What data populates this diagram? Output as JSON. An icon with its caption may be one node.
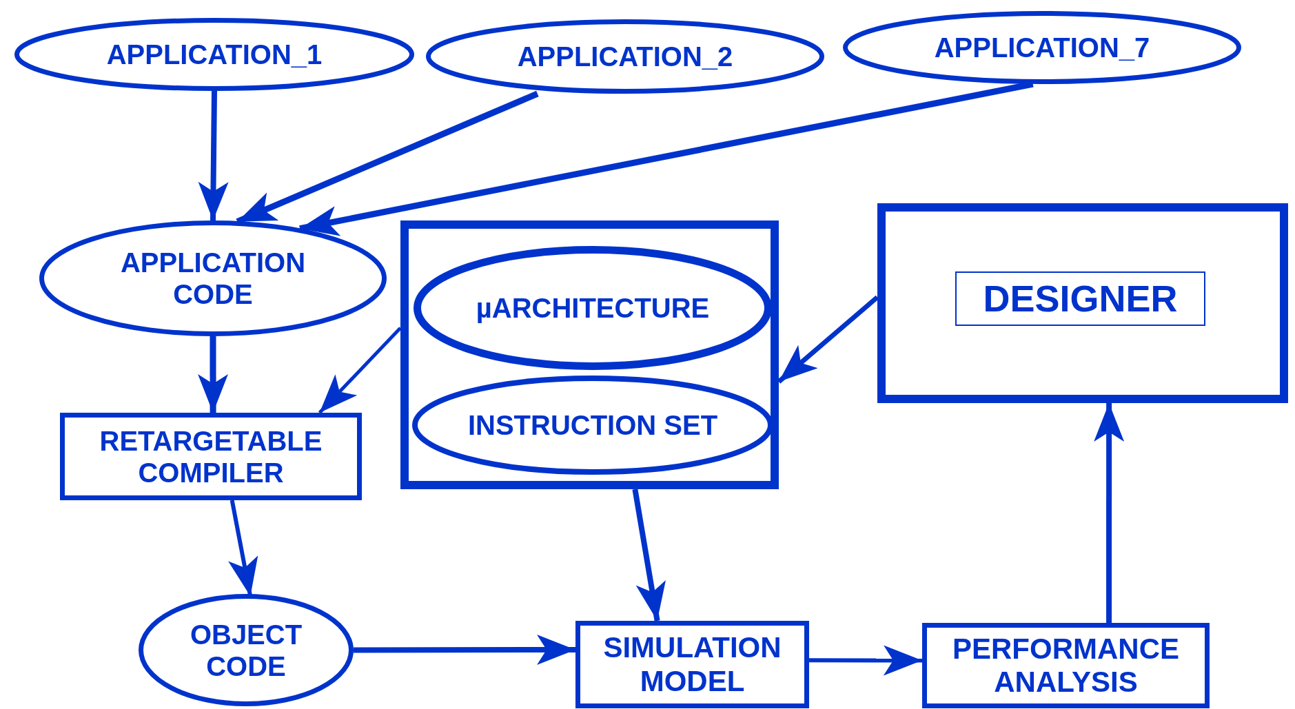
{
  "diagram": {
    "nodes": [
      {
        "text": [
          "APPLICATION_1"
        ]
      },
      {
        "text": [
          "APPLICATION_2"
        ]
      },
      {
        "text": [
          "APPLICATION_7"
        ]
      },
      {
        "text": [
          "APPLICATION CODE"
        ]
      },
      {
        "text": [],
        "shape": "box"
      },
      {
        "text": [
          "µARCHITECTURE"
        ],
        "in": 4
      },
      {
        "text": [
          "INSTRUCTION SET"
        ],
        "in": 4
      },
      {
        "text": [],
        "shape": "box"
      },
      {
        "text": [
          "DESIGNER"
        ],
        "in": 7
      },
      {
        "text": [
          "RETARGETABLE COMPILER"
        ]
      },
      {
        "text": [
          "OBJECT CODE"
        ]
      },
      {
        "text": [
          "SIMULATION MODEL"
        ]
      },
      {
        "text": [
          "PERFORMANCE ANALYSIS"
        ]
      }
    ],
    "edges": [
      {
        "from": 0,
        "to": 3,
        "arrow": "to"
      },
      {
        "from": 1,
        "to": 3,
        "arrow": "to"
      },
      {
        "from": 2,
        "to": 3,
        "arrow": "to"
      },
      {
        "from": 3,
        "to": 9,
        "arrow": "to"
      },
      {
        "from": 4,
        "to": 9,
        "arrow": "to"
      },
      {
        "from": 7,
        "to": 4,
        "arrow": "to"
      },
      {
        "from": 4,
        "to": 11,
        "arrow": "to"
      },
      {
        "from": 9,
        "to": 10,
        "arrow": "to"
      },
      {
        "from": 10,
        "to": 11,
        "arrow": "to"
      },
      {
        "from": 11,
        "to": 12,
        "arrow": "to"
      },
      {
        "from": 12,
        "to": 7,
        "arrow": "to"
      }
    ]
  }
}
